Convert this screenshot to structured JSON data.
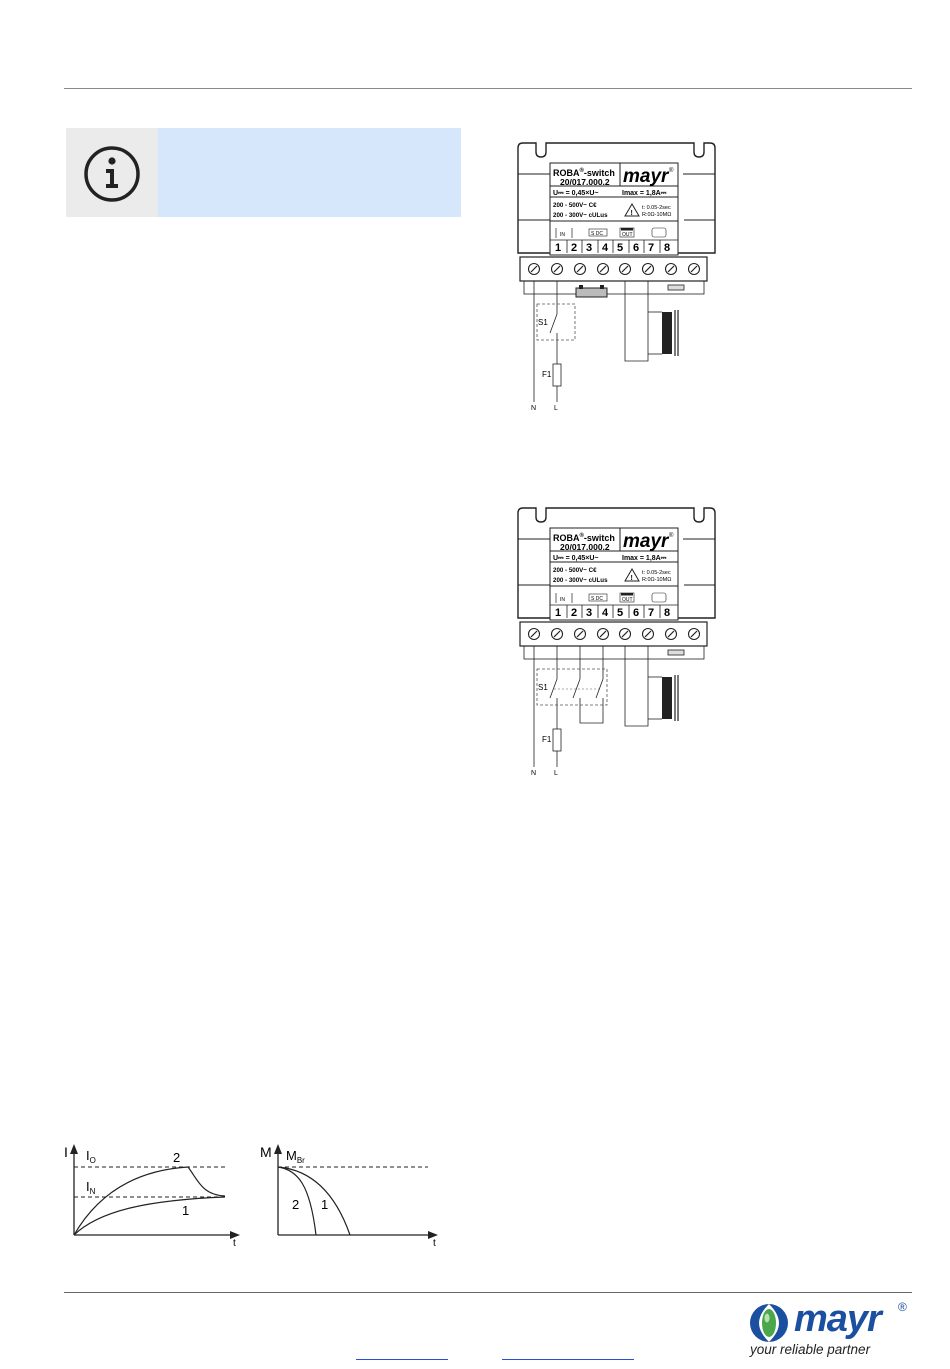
{
  "info_box": {
    "icon": "info-circle-icon",
    "color": "#d6e7fb"
  },
  "wiring_diagram_1": {
    "label_product": "ROBA",
    "label_reg": "®",
    "label_switch": "-switch",
    "part_number": "20/017.000.2",
    "brand": "mayr",
    "brand_reg": "®",
    "voltage_ratio": "U⎓ = 0,45×U~",
    "imax": "Imax = 1,8A⎓",
    "range_ce": "200 - 500V~ C€",
    "range_ul": "200 - 300V~ ᴄULus",
    "timing": "t: 0.05-2sec",
    "resistance": "R:0Ω-10MΩ",
    "term_in": "IN",
    "term_sdc": "S DC",
    "term_out": "OUT",
    "terminals": [
      "1",
      "2",
      "3",
      "4",
      "5",
      "6",
      "7",
      "8"
    ],
    "switch_label": "S1",
    "fuse_label": "F1",
    "neutral_label": "N",
    "line_label": "L"
  },
  "wiring_diagram_2": {
    "label_product": "ROBA",
    "label_reg": "®",
    "label_switch": "-switch",
    "part_number": "20/017.000.2",
    "brand": "mayr",
    "brand_reg": "®",
    "voltage_ratio": "U⎓ = 0,45×U~",
    "imax": "Imax = 1,8A⎓",
    "range_ce": "200 - 500V~ C€",
    "range_ul": "200 - 300V~ ᴄULus",
    "timing": "t: 0.05-2sec",
    "resistance": "R:0Ω-10MΩ",
    "term_in": "IN",
    "term_sdc": "S DC",
    "term_out": "OUT",
    "terminals": [
      "1",
      "2",
      "3",
      "4",
      "5",
      "6",
      "7",
      "8"
    ],
    "switch_label": "S1",
    "fuse_label": "F1",
    "neutral_label": "N",
    "line_label": "L"
  },
  "current_chart": {
    "y_axis": "I",
    "level_high": "I",
    "level_high_sub": "O",
    "level_low": "I",
    "level_low_sub": "N",
    "curve_1": "1",
    "curve_2": "2",
    "x_axis": "t"
  },
  "torque_chart": {
    "y_axis": "M",
    "level": "M",
    "level_sub": "Br",
    "curve_1": "1",
    "curve_2": "2",
    "x_axis": "t"
  },
  "footer": {
    "brand": "mayr",
    "brand_reg": "®",
    "tagline": "your reliable partner",
    "brand_color": "#1b4fa0",
    "link_color": "#2a4fd6"
  }
}
